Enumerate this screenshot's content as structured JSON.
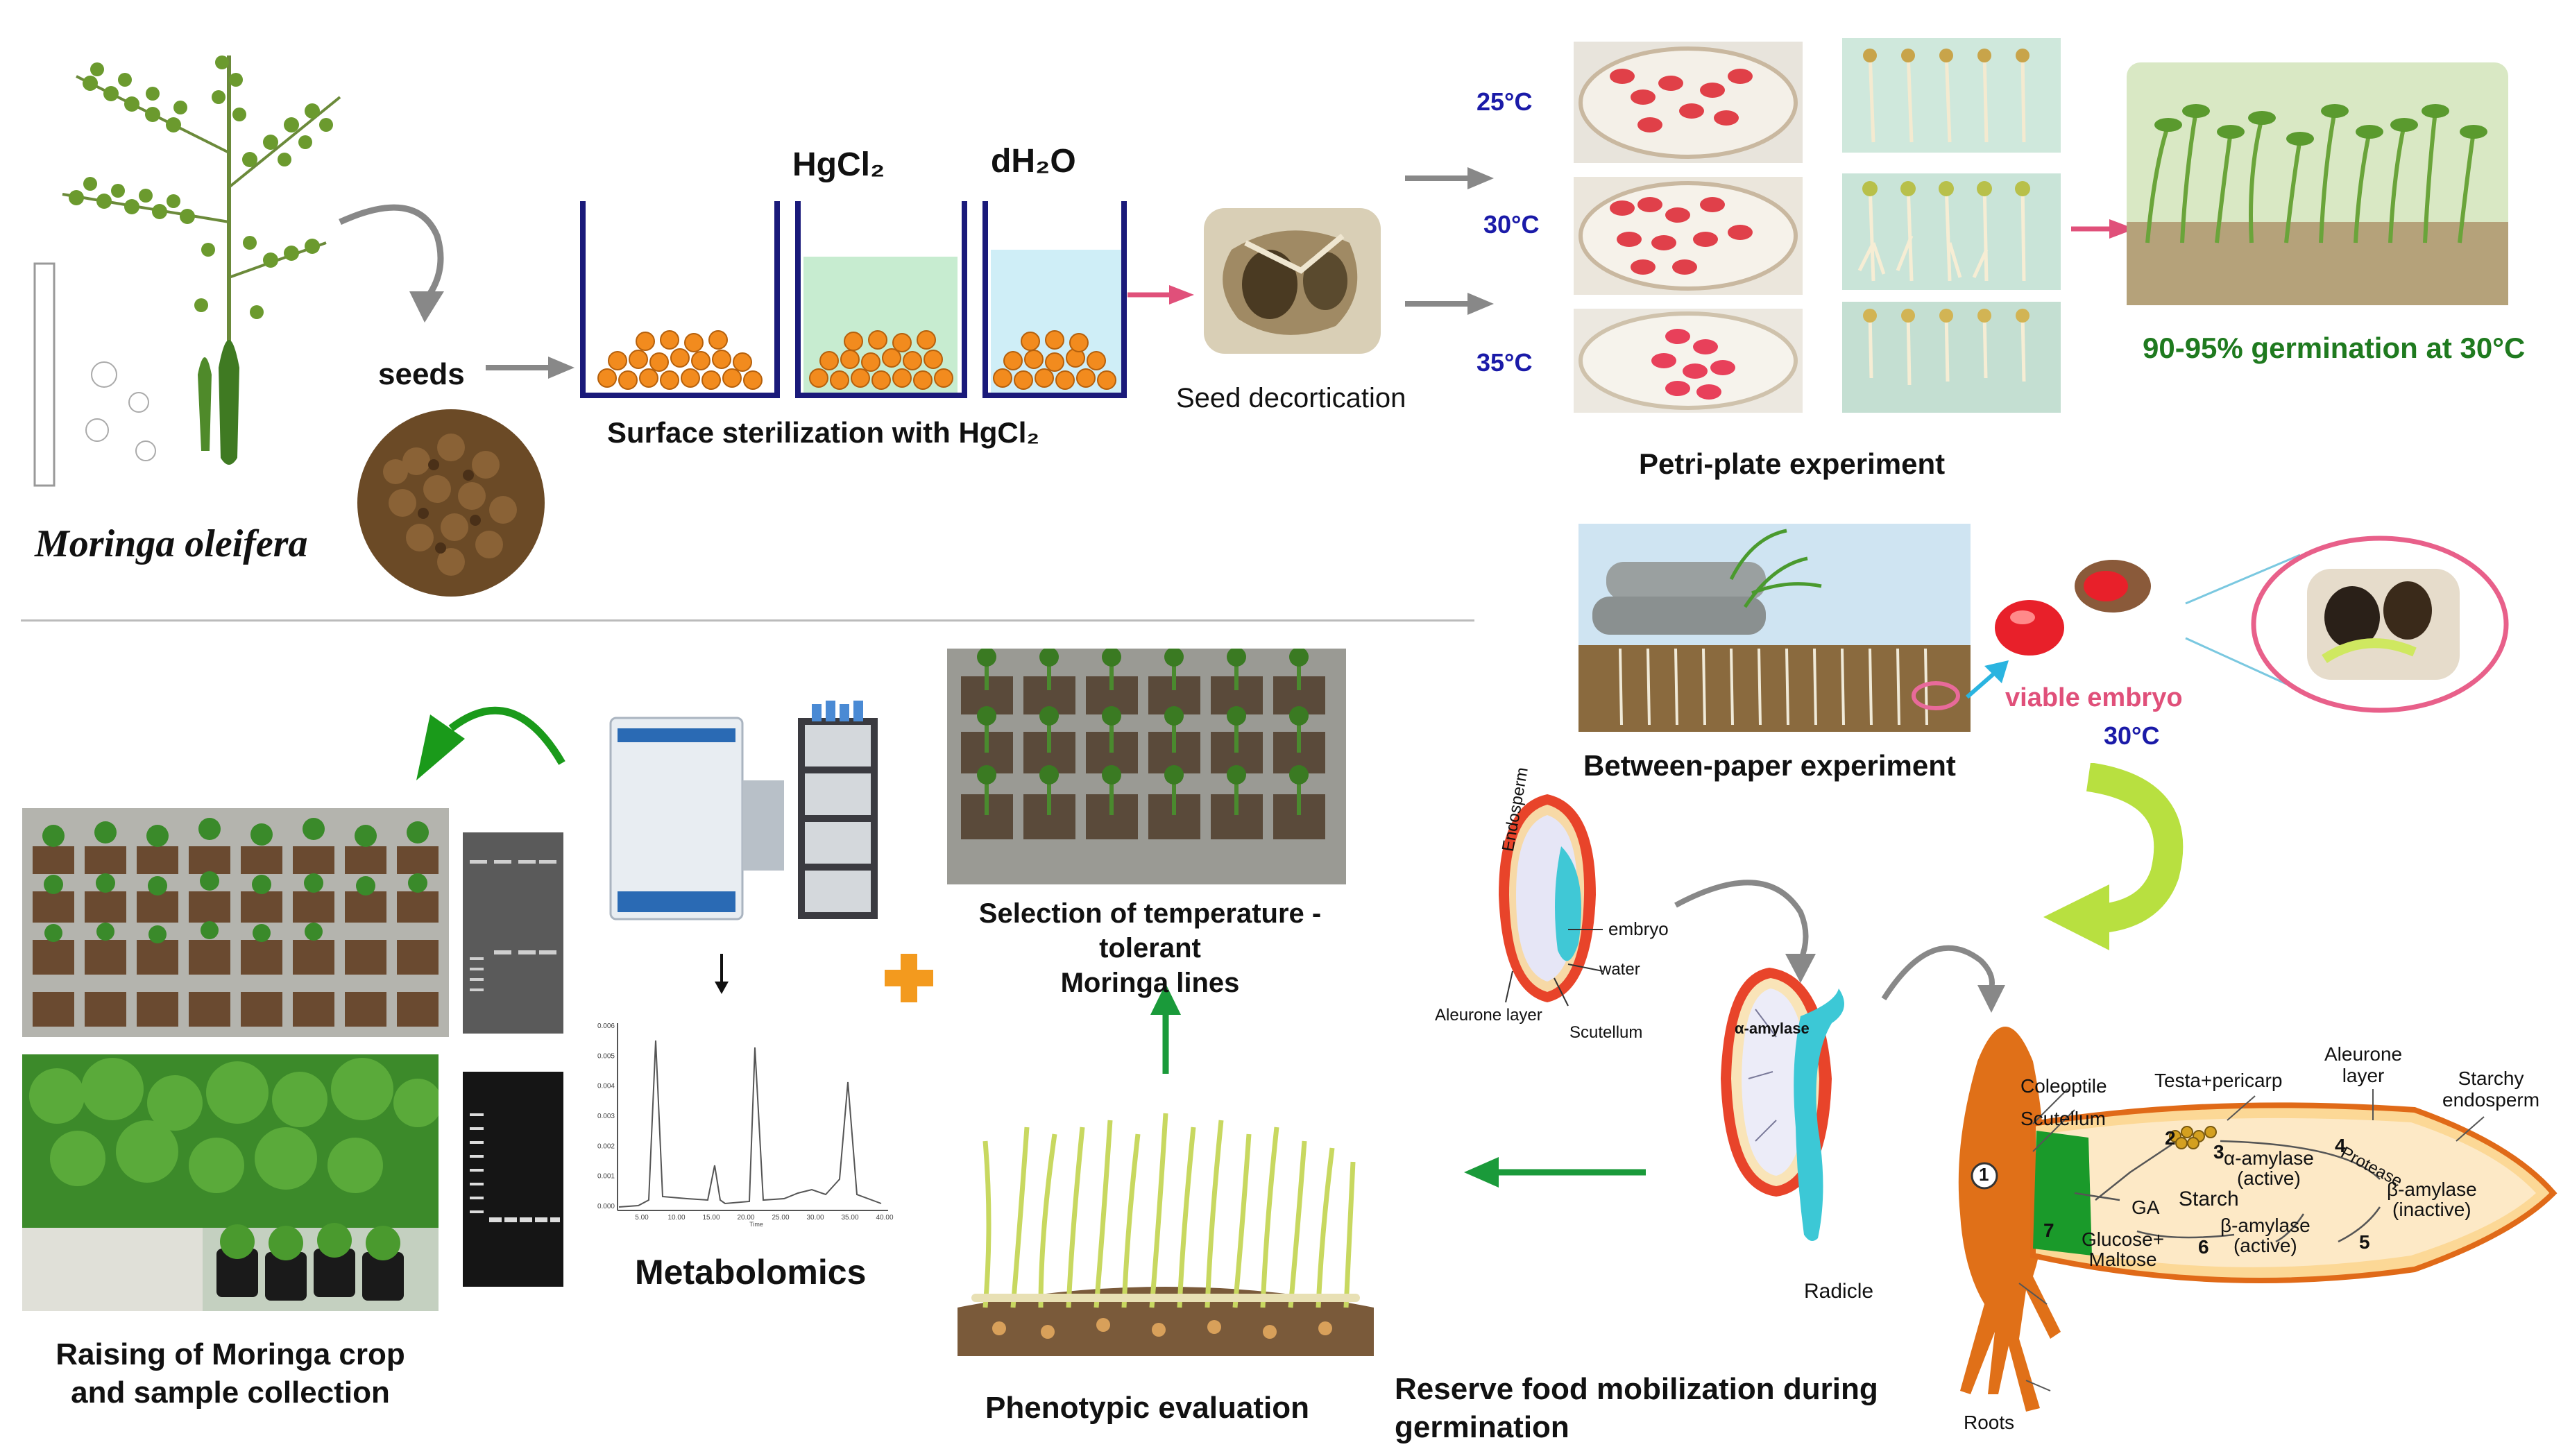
{
  "plant": {
    "species": "Moringa oleifera",
    "seeds_label": "seeds"
  },
  "sterilization": {
    "beaker2_label": "HgCl₂",
    "beaker3_label": "dH₂O",
    "caption": "Surface sterilization with HgCl₂"
  },
  "decortication": {
    "caption": "Seed decortication"
  },
  "petri": {
    "temps": [
      "25°C",
      "30°C",
      "35°C"
    ],
    "caption": "Petri-plate experiment",
    "result": "90-95% germination at 30°C"
  },
  "between_paper": {
    "caption": "Between-paper experiment",
    "viable": "viable embryo",
    "temp": "30°C"
  },
  "seed_section": {
    "endosperm": "Endosperm",
    "embryo": "embryo",
    "water": "water",
    "aleurone": "Aleurone layer",
    "scutellum": "Scutellum",
    "amylase": "α-amylase",
    "radicle": "Radicle"
  },
  "mobilization": {
    "coleoptile": "Coleoptile",
    "scutellum": "Scutellum",
    "testa": "Testa+pericarp",
    "aleurone": "Aleurone\nlayer",
    "starchy": "Starchy\nendosperm",
    "ga": "GA",
    "starch": "Starch",
    "alpha": "α-amylase\n(active)",
    "protease": "Protease",
    "beta_inactive": "β-amylase\n(inactive)",
    "beta_active": "β-amylase\n(active)",
    "glucose": "Glucose+\nMaltose",
    "roots": "Roots",
    "steps": [
      "1",
      "2",
      "3",
      "4",
      "5",
      "6",
      "7"
    ],
    "caption": "Reserve food mobilization during\ngermination"
  },
  "phenotypic": {
    "caption": "Phenotypic evaluation"
  },
  "selection": {
    "caption": "Selection of temperature - tolerant\nMoringa lines"
  },
  "metabolomics": {
    "caption": "Metabolomics",
    "y_ticks": [
      "0.006",
      "0.005",
      "0.004",
      "0.003",
      "0.002",
      "0.001",
      "0.000"
    ],
    "x_ticks": [
      "5.00",
      "10.00",
      "15.00",
      "20.00",
      "25.00",
      "30.00",
      "35.00",
      "40.00"
    ],
    "x_unit": "Time"
  },
  "raising": {
    "caption": "Raising of Moringa crop\nand sample collection"
  },
  "colors": {
    "result_green": "#1f7a1f",
    "temp_blue": "#1a1aa8",
    "pink": "#e0507a",
    "green_arrow": "#1a9a3a",
    "orange": "#f39a1e"
  }
}
